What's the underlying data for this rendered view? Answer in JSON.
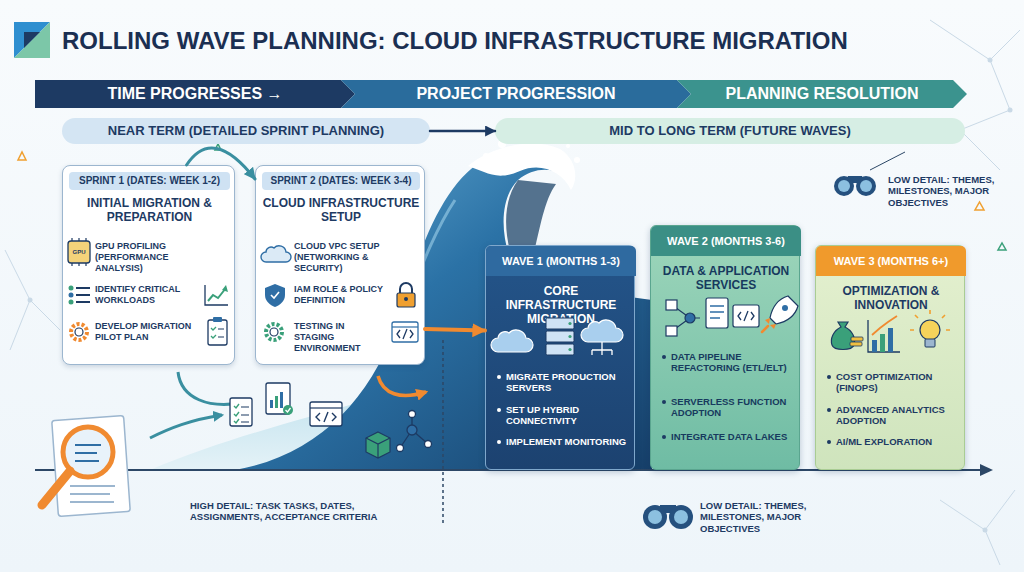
{
  "diagram": {
    "title": "ROLLING WAVE PLANNING: CLOUD INFRASTRUCTURE MIGRATION",
    "nodes": [
      {
        "text": [
          "TIME PROGRESSES →"
        ]
      },
      {
        "text": [
          "PROJECT PROGRESSION"
        ]
      },
      {
        "text": [
          "PLANNING RESOLUTION"
        ]
      },
      {
        "text": [
          "NEAR TERM (DETAILED SPRINT PLANNING)"
        ]
      },
      {
        "text": [
          "MID TO LONG TERM (FUTURE WAVES)"
        ]
      },
      {
        "text": [
          "SPRINT 1 (DATES: WEEK 1-2)",
          "INITIAL MIGRATION & PREPARATION",
          "GPU PROFILING (PERFORMANCE ANALYSIS)",
          "IDENTIFY CRITICAL WORKLOADS",
          "DEVELOP MIGRATION PILOT PLAN"
        ]
      },
      {
        "text": [
          "SPRINT 2 (DATES: WEEK 3-4)",
          "CLOUD INFRASTRUCTURE SETUP",
          "CLOUD VPC SETUP (NETWORKING & SECURITY)",
          "IAM ROLE & POLICY DEFINITION",
          "TESTING IN STAGING ENVIRONMENT"
        ]
      },
      {
        "text": [
          "WAVE 1 (MONTHS 1-3)",
          "CORE INFRASTRUCTURE MIGRATION",
          "MIGRATE PRODUCTION SERVERS",
          "SET UP HYBRID CONNECTIVITY",
          "IMPLEMENT MONITORING"
        ]
      },
      {
        "text": [
          "WAVE 2 (MONTHS 3-6)",
          "DATA & APPLICATION SERVICES",
          "DATA PIPELINE REFACTORING (ETL/ELT)",
          "SERVERLESS FUNCTION ADOPTION",
          "INTEGRATE DATA LAKES"
        ]
      },
      {
        "text": [
          "WAVE 3 (MONTHS 6+)",
          "OPTIMIZATION & INNOVATION",
          "COST OPTIMIZATION (FINOPS)",
          "ADVANCED ANALYTICS ADOPTION",
          "AI/ML EXPLORATION"
        ]
      }
    ],
    "edges": [
      {
        "from": 3,
        "to": 4,
        "arrow": "to"
      },
      {
        "from": 5,
        "to": 6,
        "arrow": "to"
      },
      {
        "from": 6,
        "to": 7,
        "arrow": "to"
      }
    ],
    "labels": [
      "GPU",
      "LOW DETAIL: THEMES, MILESTONES, MAJOR OBJECTIVES",
      "HIGH DETAIL: TASK TASKS, DATES, ASSIGNMENTS, ACCEPTANCE CRITERIA",
      "LOW DETAIL: THEMES, MILESTONES, MAJOR OBJECTIVES"
    ]
  }
}
